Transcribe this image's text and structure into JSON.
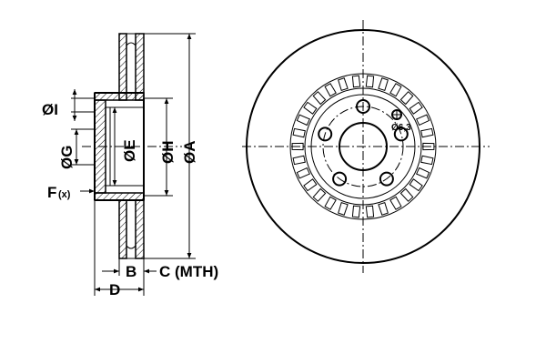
{
  "labels": {
    "dim_I": "ØI",
    "dim_G": "ØG",
    "dim_E": "ØE",
    "dim_H": "ØH",
    "dim_A": "ØA",
    "dim_F": "F",
    "dim_F_sub": "(x)",
    "dim_B": "B",
    "dim_C": "C (MTH)",
    "dim_D": "D",
    "hole_dia": "Ø6,3"
  },
  "front_view": {
    "bolt_holes": 5,
    "cooling_slots": 30
  }
}
